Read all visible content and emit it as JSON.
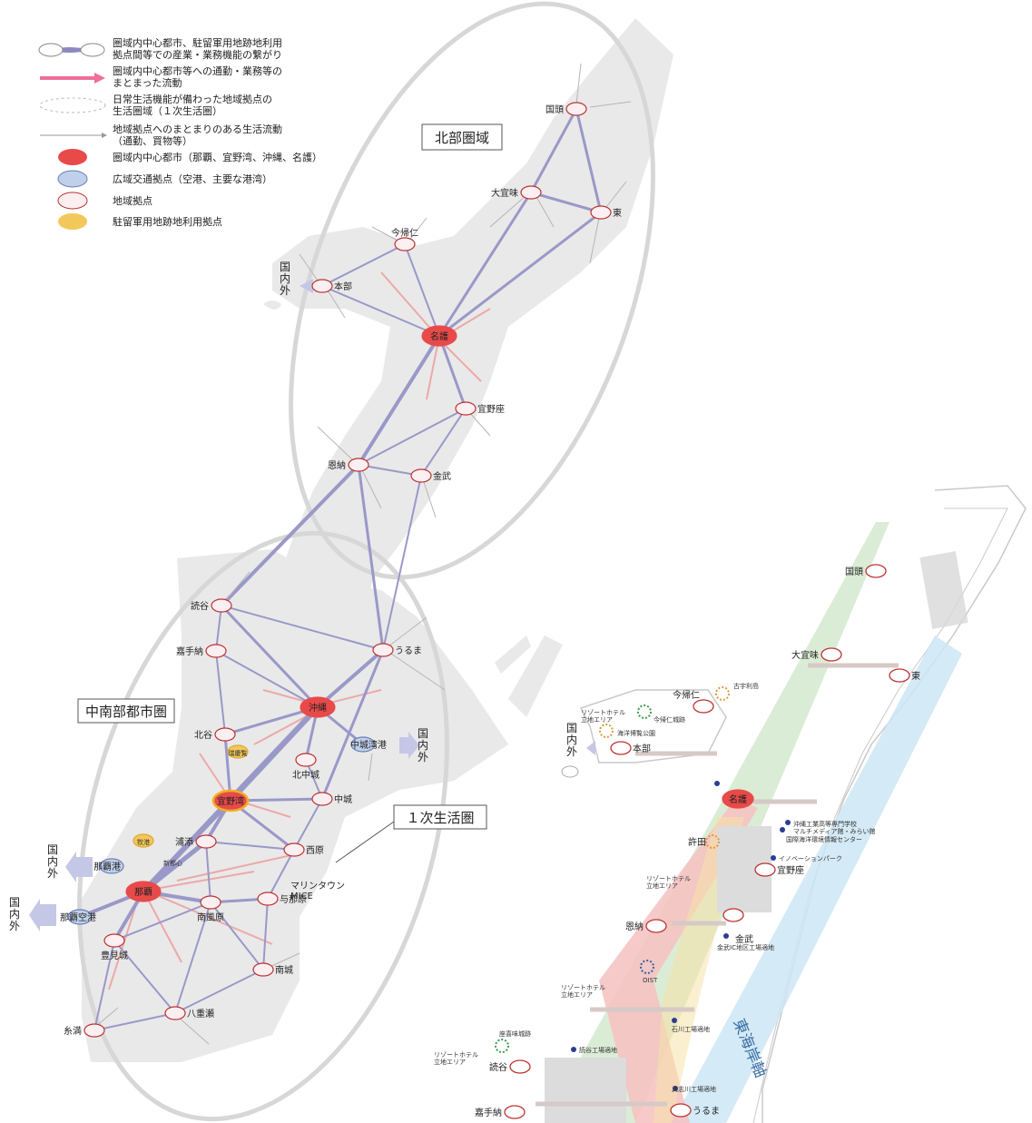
{
  "legend": {
    "items": [
      {
        "key": "link",
        "lines": [
          "圏域内中心都市、駐留軍用地跡地利用",
          "拠点間等での産業・業務機能の繋がり"
        ]
      },
      {
        "key": "flow",
        "lines": [
          "圏域内中心都市等への通勤・業務等の",
          "まとまった流動"
        ]
      },
      {
        "key": "sphere",
        "lines": [
          "日常生活機能が備わった地域拠点の",
          "生活圏域（１次生活圏）"
        ]
      },
      {
        "key": "local_flow",
        "lines": [
          "地域拠点へのまとまりのある生活流動",
          "（通勤、買物等）"
        ]
      },
      {
        "key": "center",
        "lines": [
          "圏域内中心都市（那覇、宜野湾、沖縄、名護）"
        ]
      },
      {
        "key": "transport",
        "lines": [
          "広域交通拠点（空港、主要な港湾）"
        ]
      },
      {
        "key": "local",
        "lines": [
          "地域拠点"
        ]
      },
      {
        "key": "military",
        "lines": [
          "駐留軍用地跡地利用拠点"
        ]
      }
    ]
  },
  "colors": {
    "center": "#e84a4a",
    "transport": "#bfd0ea",
    "local": "#fbeff1",
    "military": "#f3c85a",
    "link": "#9a98c8",
    "flow": "#ee8d8d",
    "land": "#e9e9e9",
    "green_band": "#cfe6c8",
    "blue_band": "#cde6f5",
    "pink_band": "#f6c1c1"
  },
  "regions": {
    "north": "北部圏域",
    "central_south": "中南部都市圏",
    "primary_sphere": "１次生活圏"
  },
  "abroad_label": "国内外",
  "nodes_left": [
    {
      "id": "kunigami",
      "label": "国頭",
      "type": "local"
    },
    {
      "id": "ogimi",
      "label": "大宜味",
      "type": "local"
    },
    {
      "id": "higashi",
      "label": "東",
      "type": "local"
    },
    {
      "id": "nakijin",
      "label": "今帰仁",
      "type": "local"
    },
    {
      "id": "motobu",
      "label": "本部",
      "type": "local"
    },
    {
      "id": "nago",
      "label": "名護",
      "type": "center"
    },
    {
      "id": "ginoza",
      "label": "宜野座",
      "type": "local"
    },
    {
      "id": "onna",
      "label": "恩納",
      "type": "local"
    },
    {
      "id": "kin",
      "label": "金武",
      "type": "local"
    },
    {
      "id": "yomitan",
      "label": "読谷",
      "type": "local"
    },
    {
      "id": "uruma",
      "label": "うるま",
      "type": "local"
    },
    {
      "id": "kadena",
      "label": "嘉手納",
      "type": "local"
    },
    {
      "id": "okinawa",
      "label": "沖縄",
      "type": "center"
    },
    {
      "id": "chatan",
      "label": "北谷",
      "type": "local"
    },
    {
      "id": "zukeran",
      "label": "瑞慶覧",
      "type": "military"
    },
    {
      "id": "nakagusukuport",
      "label": "中城湾港",
      "type": "transport"
    },
    {
      "id": "kitanakagusuku",
      "label": "北中城",
      "type": "local"
    },
    {
      "id": "ginowan",
      "label": "宜野湾",
      "type": "center"
    },
    {
      "id": "nakagusuku",
      "label": "中城",
      "type": "local"
    },
    {
      "id": "makiminato",
      "label": "牧港",
      "type": "military"
    },
    {
      "id": "urasoe",
      "label": "浦添",
      "type": "local"
    },
    {
      "id": "nishihara",
      "label": "西原",
      "type": "local"
    },
    {
      "id": "shintoshin",
      "label": "新都心",
      "type": "military"
    },
    {
      "id": "nahaport",
      "label": "那覇港",
      "type": "transport"
    },
    {
      "id": "naha",
      "label": "那覇",
      "type": "center"
    },
    {
      "id": "haebaru",
      "label": "南風原",
      "type": "local"
    },
    {
      "id": "yonabaru",
      "label": "与那原",
      "type": "local"
    },
    {
      "id": "marinetown",
      "label": "マリンタウンMICE",
      "type": "label"
    },
    {
      "id": "nahaairport",
      "label": "那覇空港",
      "type": "transport"
    },
    {
      "id": "tomigusuku",
      "label": "豊見城",
      "type": "local"
    },
    {
      "id": "nanjo",
      "label": "南城",
      "type": "local"
    },
    {
      "id": "yaese",
      "label": "八重瀬",
      "type": "local"
    },
    {
      "id": "itoman",
      "label": "糸満",
      "type": "local"
    }
  ],
  "marine_town": {
    "line1": "マリンタウン",
    "line2": "MICE"
  },
  "right_map": {
    "axis_label": "東海岸軸",
    "nodes": [
      {
        "id": "r_kunigami",
        "label": "国頭"
      },
      {
        "id": "r_ogimi",
        "label": "大宜味"
      },
      {
        "id": "r_higashi",
        "label": "東"
      },
      {
        "id": "r_nakijin",
        "label": "今帰仁"
      },
      {
        "id": "r_motobu",
        "label": "本部"
      },
      {
        "id": "r_nago",
        "label": "名護"
      },
      {
        "id": "r_ginoza",
        "label": "宜野座"
      },
      {
        "id": "r_onna",
        "label": "恩納"
      },
      {
        "id": "r_kin",
        "label": "金武"
      },
      {
        "id": "r_yomitan",
        "label": "読谷"
      },
      {
        "id": "r_kadena",
        "label": "嘉手納"
      },
      {
        "id": "r_uruma",
        "label": "うるま"
      }
    ],
    "notes": {
      "resort1": "リゾートホテル\n立地エリア",
      "nakijin_castle": "今帰仁城跡",
      "kaiyo_park": "海洋博覧公園",
      "kouri": "古宇利島",
      "nago_college": "沖縄工業高等専門学校",
      "multimedia": "マルチメディア館・みらい館",
      "intl_center": "国際海洋環境情報センター",
      "innovation": "イノベーションパーク",
      "ginoza_note": "許田",
      "resort2": "リゾートホテル\n立地エリア",
      "kin_ic": "金武IC地区工場適地",
      "oist": "OIST",
      "resort3": "リゾートホテル\n立地エリア",
      "ishikawa": "石川工場適地",
      "zakimi": "座喜味城跡",
      "yomitan_factory": "読谷工場適地",
      "resort4": "リゾートホテル\n立地エリア",
      "gushikawa": "具志川工場適地"
    }
  }
}
